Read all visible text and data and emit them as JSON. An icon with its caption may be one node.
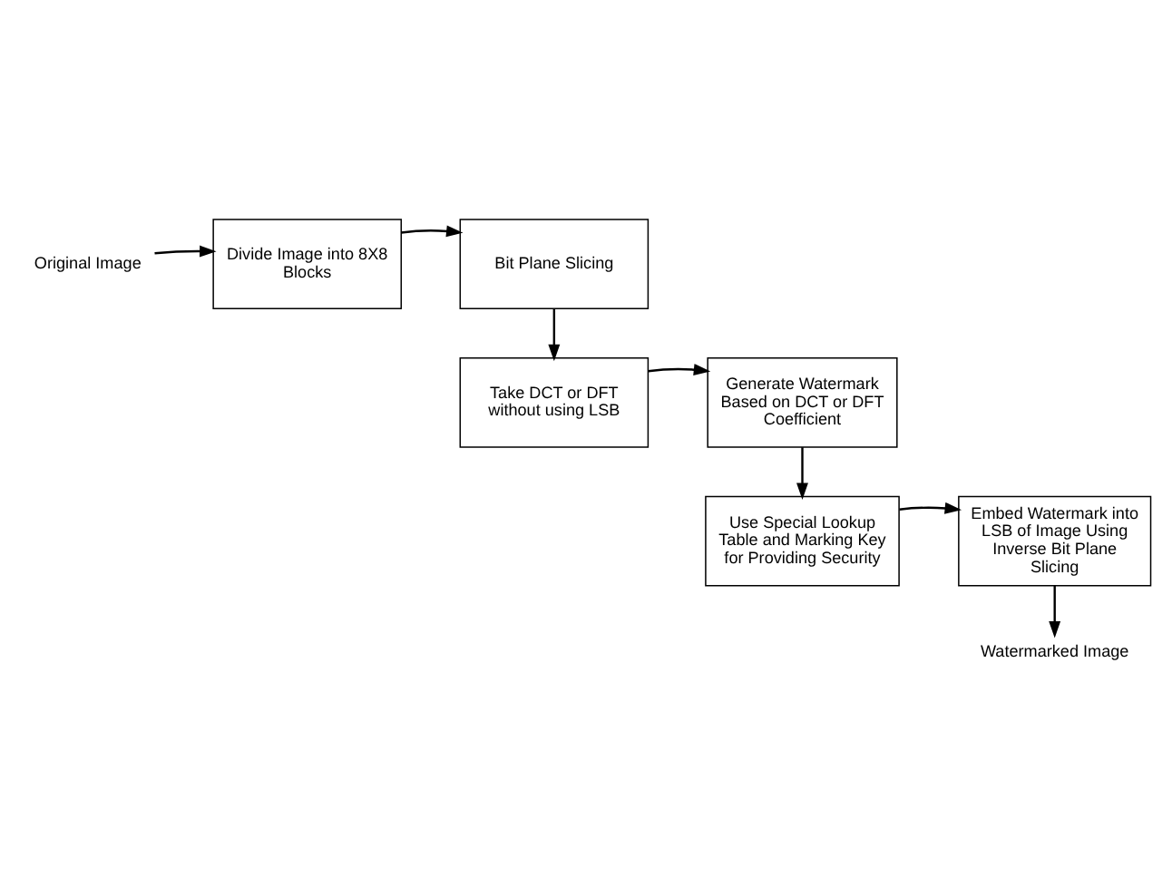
{
  "diagram": {
    "nodes": [
      {
        "text": [
          "Original Image"
        ]
      },
      {
        "text": [
          "Divide Image into 8X8 Blocks"
        ]
      },
      {
        "text": [
          "Bit Plane Slicing"
        ]
      },
      {
        "text": [
          "Take DCT or DFT without using LSB"
        ]
      },
      {
        "text": [
          "Generate Watermark Based on DCT or DFT Coefficient"
        ]
      },
      {
        "text": [
          "Use Special Lookup Table and Marking Key for Providing Security"
        ]
      },
      {
        "text": [
          "Embed Watermark into LSB of Image Using Inverse Bit Plane Slicing"
        ]
      },
      {
        "text": [
          "Watermarked Image"
        ]
      }
    ],
    "edges": [
      {
        "from": 0,
        "to": 1,
        "arrow": "to"
      },
      {
        "from": 1,
        "to": 2,
        "arrow": "to"
      },
      {
        "from": 2,
        "to": 3,
        "arrow": "to"
      },
      {
        "from": 3,
        "to": 4,
        "arrow": "to"
      },
      {
        "from": 4,
        "to": 5,
        "arrow": "to"
      },
      {
        "from": 5,
        "to": 6,
        "arrow": "to"
      },
      {
        "from": 6,
        "to": 7,
        "arrow": "to"
      }
    ]
  }
}
